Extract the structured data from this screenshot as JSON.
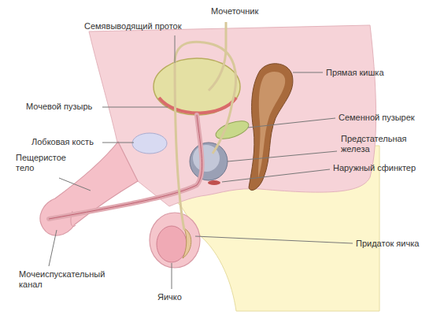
{
  "diagram": {
    "labels": [
      "Мочеточник",
      "Семявыводящий проток",
      "Прямая кишка",
      "Мочевой пузырь",
      "Семенной пузырек",
      "Лобковая кость",
      "Предстательная железа",
      "Пещеристое тело",
      "Наружный сфинктер",
      "Придаток яичка",
      "Мочеиспускательный канал",
      "Яичко"
    ]
  }
}
